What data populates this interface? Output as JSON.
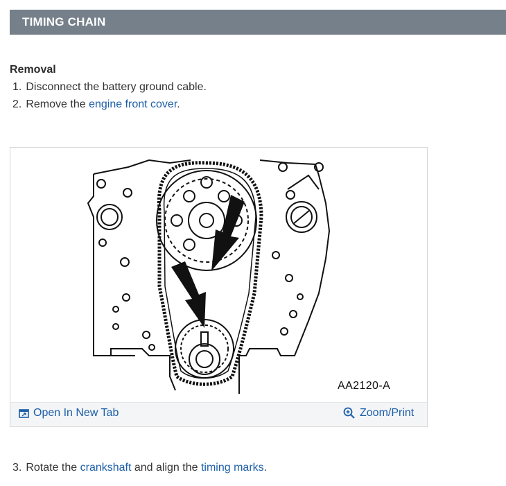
{
  "header": {
    "title": "TIMING CHAIN"
  },
  "section": {
    "heading": "Removal"
  },
  "steps": [
    {
      "num": "1.",
      "pre": "Disconnect the battery ground cable.",
      "link": "",
      "post": "",
      "link2": "",
      "post2": ""
    },
    {
      "num": "2.",
      "pre": "Remove the ",
      "link": "engine front cover",
      "post": ".",
      "link2": "",
      "post2": ""
    },
    {
      "num": "3.",
      "pre": "Rotate the ",
      "link": "crankshaft",
      "post": " and align the ",
      "link2": "timing marks",
      "post2": "."
    }
  ],
  "figure": {
    "caption": "AA2120-A",
    "open_label": "Open In New Tab",
    "zoom_label": "Zoom/Print",
    "open_icon": "open-in-new-tab-icon",
    "zoom_icon": "zoom-icon"
  },
  "colors": {
    "header_bg": "#75808a",
    "link": "#1c5ea8",
    "footer_bg": "#f3f5f7"
  }
}
